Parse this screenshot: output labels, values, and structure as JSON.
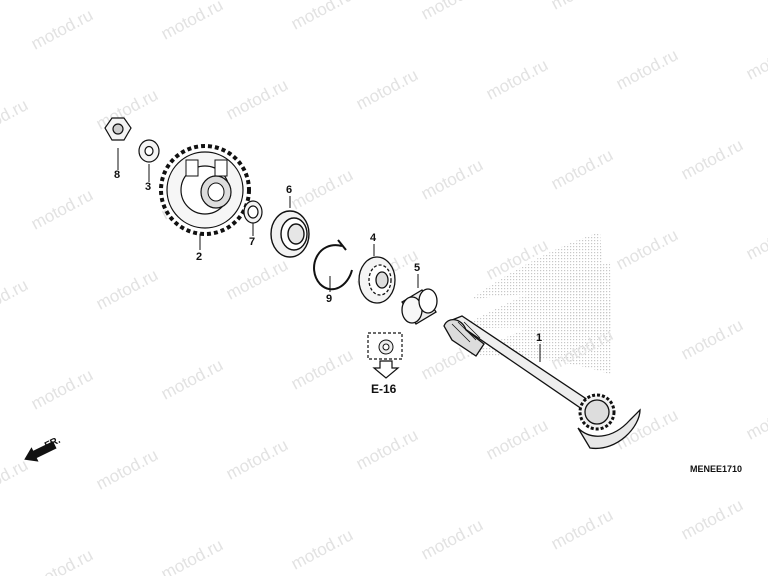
{
  "watermark": "motod.ru",
  "diagram_code": "MENEE1710",
  "reference": "E-16",
  "direction_label": "FR.",
  "parts": [
    {
      "number": "1"
    },
    {
      "number": "2"
    },
    {
      "number": "3"
    },
    {
      "number": "4"
    },
    {
      "number": "5"
    },
    {
      "number": "6"
    },
    {
      "number": "7"
    },
    {
      "number": "8"
    },
    {
      "number": "9"
    }
  ]
}
